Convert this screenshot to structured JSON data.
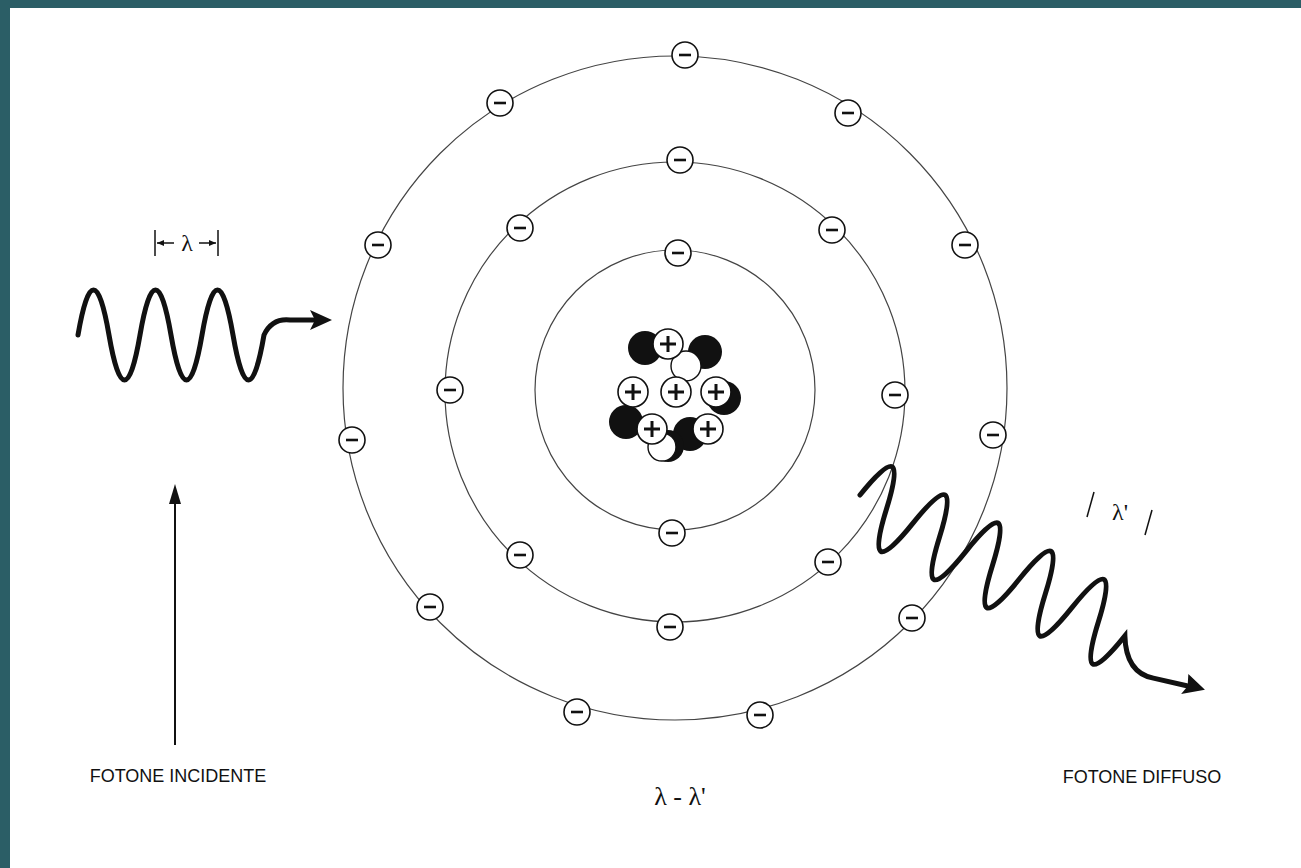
{
  "diagram": {
    "labels": [
      "λ",
      "λ'",
      "FOTONE INCIDENTE",
      "λ - λ'",
      "FOTONE DIFFUSO"
    ]
  }
}
